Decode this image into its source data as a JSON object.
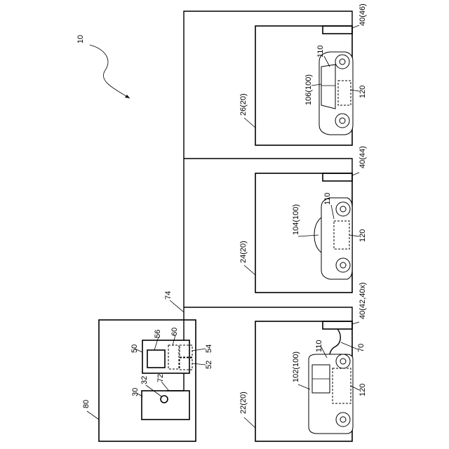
{
  "labels": {
    "system": "10",
    "facility": "80",
    "lot1": "22(20)",
    "lot2": "24(20)",
    "lot3": "26(20)",
    "server": "30",
    "server_part": "32",
    "unit": "50",
    "u52": "52",
    "u54": "54",
    "u56": "56",
    "u60": "60",
    "link72": "72",
    "link74": "74",
    "charger1": "40(42,40x)",
    "charger2": "40(44)",
    "charger3": "40(46)",
    "car1": "102(100)",
    "car2": "104(100)",
    "car3": "106(100)",
    "car1_110": "110",
    "car2_110": "110",
    "car3_110": "110",
    "car1_120": "120",
    "car2_120": "120",
    "car3_120": "120",
    "cable70": "70"
  }
}
